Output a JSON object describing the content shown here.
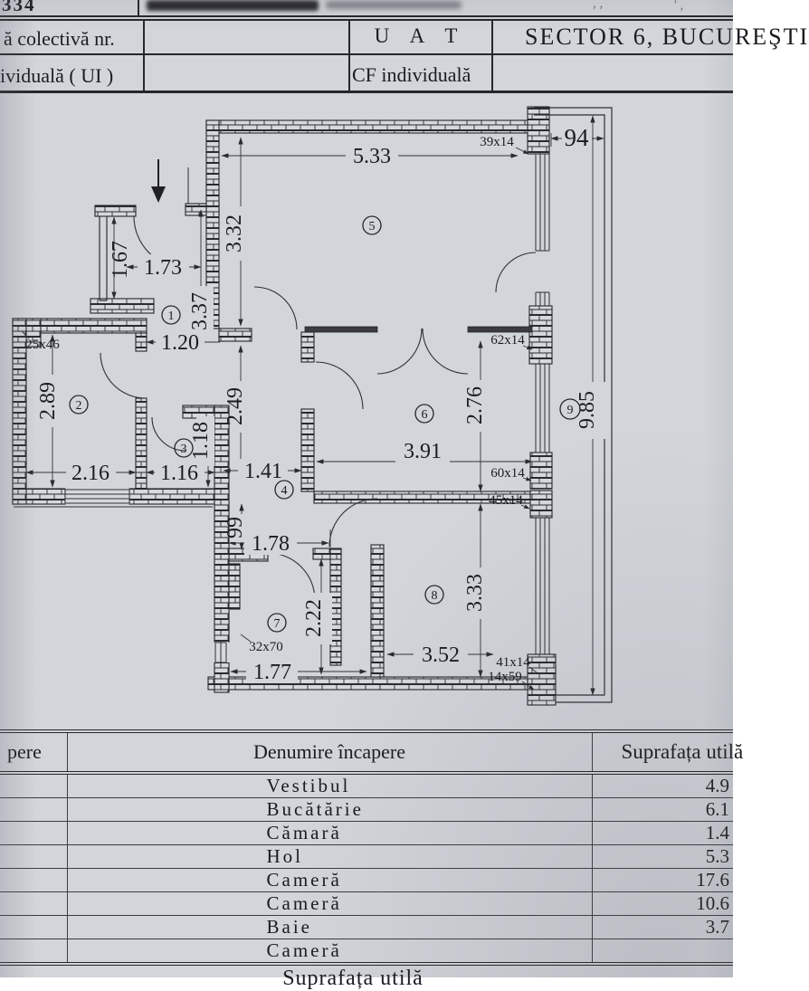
{
  "header": {
    "top_left_fragment": "334",
    "row1": {
      "col1": "ă colectivă nr.",
      "col3": "U A T",
      "col4": "SECTOR 6, BUCUREŞTI"
    },
    "row2": {
      "col1": "ividuală ( UI )",
      "col3": "CF individuală"
    }
  },
  "plan": {
    "room_numbers": {
      "r1": "1",
      "r2": "2",
      "r3": "3",
      "r4": "4",
      "r5": "5",
      "r6": "6",
      "r7": "7",
      "r8": "8",
      "r9": "9"
    },
    "dimensions": {
      "d533": "5.33",
      "d94": "94",
      "d332": "3.32",
      "d167": "1.67",
      "d173": "1.73",
      "d337": "3.37",
      "d120": "1.20",
      "d289": "2.89",
      "d216": "2.16",
      "d116": "1.16",
      "d118": "1.18",
      "d249": "2.49",
      "d141": "1.41",
      "d391": "3.91",
      "d276": "2.76",
      "d099": "99",
      "d178": "1.78",
      "d222": "2.22",
      "d177": "1.77",
      "d352": "3.52",
      "d333": "3.33",
      "d985": "9.85"
    },
    "wall_labels": {
      "l39": "39x14",
      "l25": "25x46",
      "l62": "62x14",
      "l60": "60x14",
      "l45": "45x14",
      "l32": "32x70",
      "l41": "41x14",
      "l14": "14x59"
    }
  },
  "table": {
    "col1_header": "pere",
    "col2_header": "Denumire încapere",
    "col3_header": "Suprafața utilă",
    "rows": [
      {
        "name": "Vestibul",
        "area": "4.9"
      },
      {
        "name": "Bucătărie",
        "area": "6.1"
      },
      {
        "name": "Cămară",
        "area": "1.4"
      },
      {
        "name": "Hol",
        "area": "5.3"
      },
      {
        "name": "Cameră",
        "area": "17.6"
      },
      {
        "name": "Cameră",
        "area": "10.6"
      },
      {
        "name": "Baie",
        "area": "3.7"
      },
      {
        "name": "Cameră",
        "area": ""
      }
    ],
    "footer": "Suprafața utilă"
  }
}
